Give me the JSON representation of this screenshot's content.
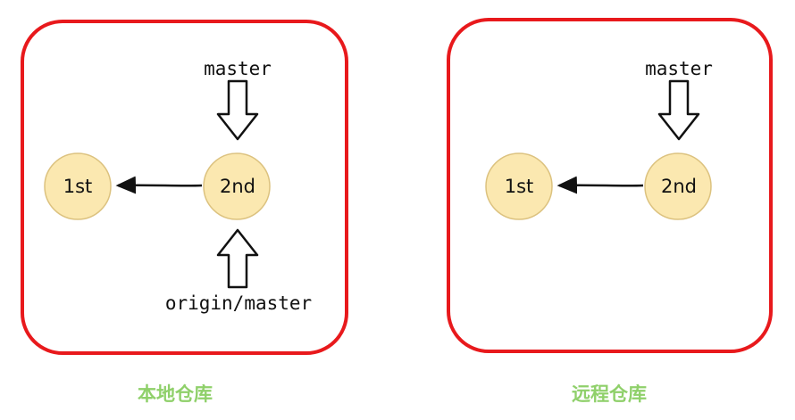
{
  "colors": {
    "panel_border": "#e8191c",
    "commit_fill": "#fbe8b0",
    "commit_stroke": "#dcc27f",
    "caption": "#8fd06a",
    "arrow": "#111111"
  },
  "local": {
    "caption": "本地仓库",
    "commits": {
      "first": "1st",
      "second": "2nd"
    },
    "branch_label": "master",
    "remote_tracking_label": "origin/master"
  },
  "remote": {
    "caption": "远程仓库",
    "commits": {
      "first": "1st",
      "second": "2nd"
    },
    "branch_label": "master"
  }
}
